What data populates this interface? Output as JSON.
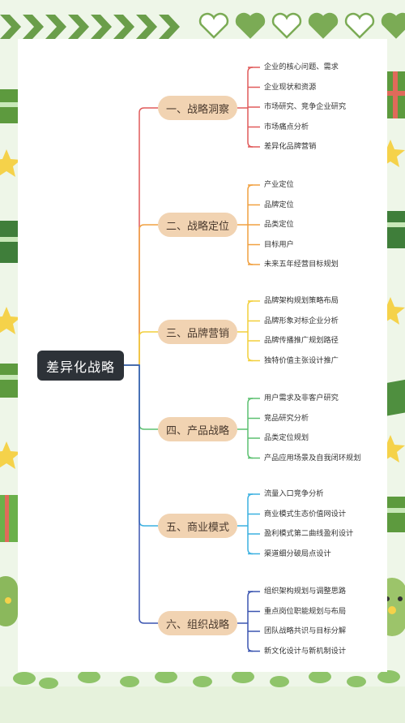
{
  "root": "差异化战略",
  "branches": [
    {
      "label": "一、战略洞察",
      "color": "#e05a5a",
      "items": [
        "企业的核心问题、需求",
        "企业现状和资源",
        "市场研究、竞争企业研究",
        "市场痛点分析",
        "差异化品牌营销"
      ]
    },
    {
      "label": "二、战略定位",
      "color": "#f0a040",
      "items": [
        "产业定位",
        "品牌定位",
        "品类定位",
        "目标用户",
        "未来五年经营目标规划"
      ]
    },
    {
      "label": "三、品牌营销",
      "color": "#f2cf3a",
      "items": [
        "品牌架构规划策略布局",
        "品牌形象对标企业分析",
        "品牌传播推广规划路径",
        "独特价值主张设计推广"
      ]
    },
    {
      "label": "四、产品战略",
      "color": "#5cc070",
      "items": [
        "用户需求及非客户研究",
        "竞品研究分析",
        "品类定位规划",
        "产品应用场景及自我闭环规划"
      ]
    },
    {
      "label": "五、商业模式",
      "color": "#3ab0e0",
      "items": [
        "流量入口竞争分析",
        "商业模式生态价值网设计",
        "盈利模式第二曲线盈利设计",
        "渠道细分破局点设计"
      ]
    },
    {
      "label": "六、组织战略",
      "color": "#3b55b0",
      "items": [
        "组织架构规划与调整思路",
        "重点岗位职能规划与布局",
        "团队战略共识与目标分解",
        "新文化设计与新机制设计"
      ]
    }
  ],
  "colors": {
    "background": "#eef6e8",
    "green": "#7bab55",
    "paper": "#ffffff",
    "node": "#f1d3b2",
    "root": "#2d3238"
  }
}
